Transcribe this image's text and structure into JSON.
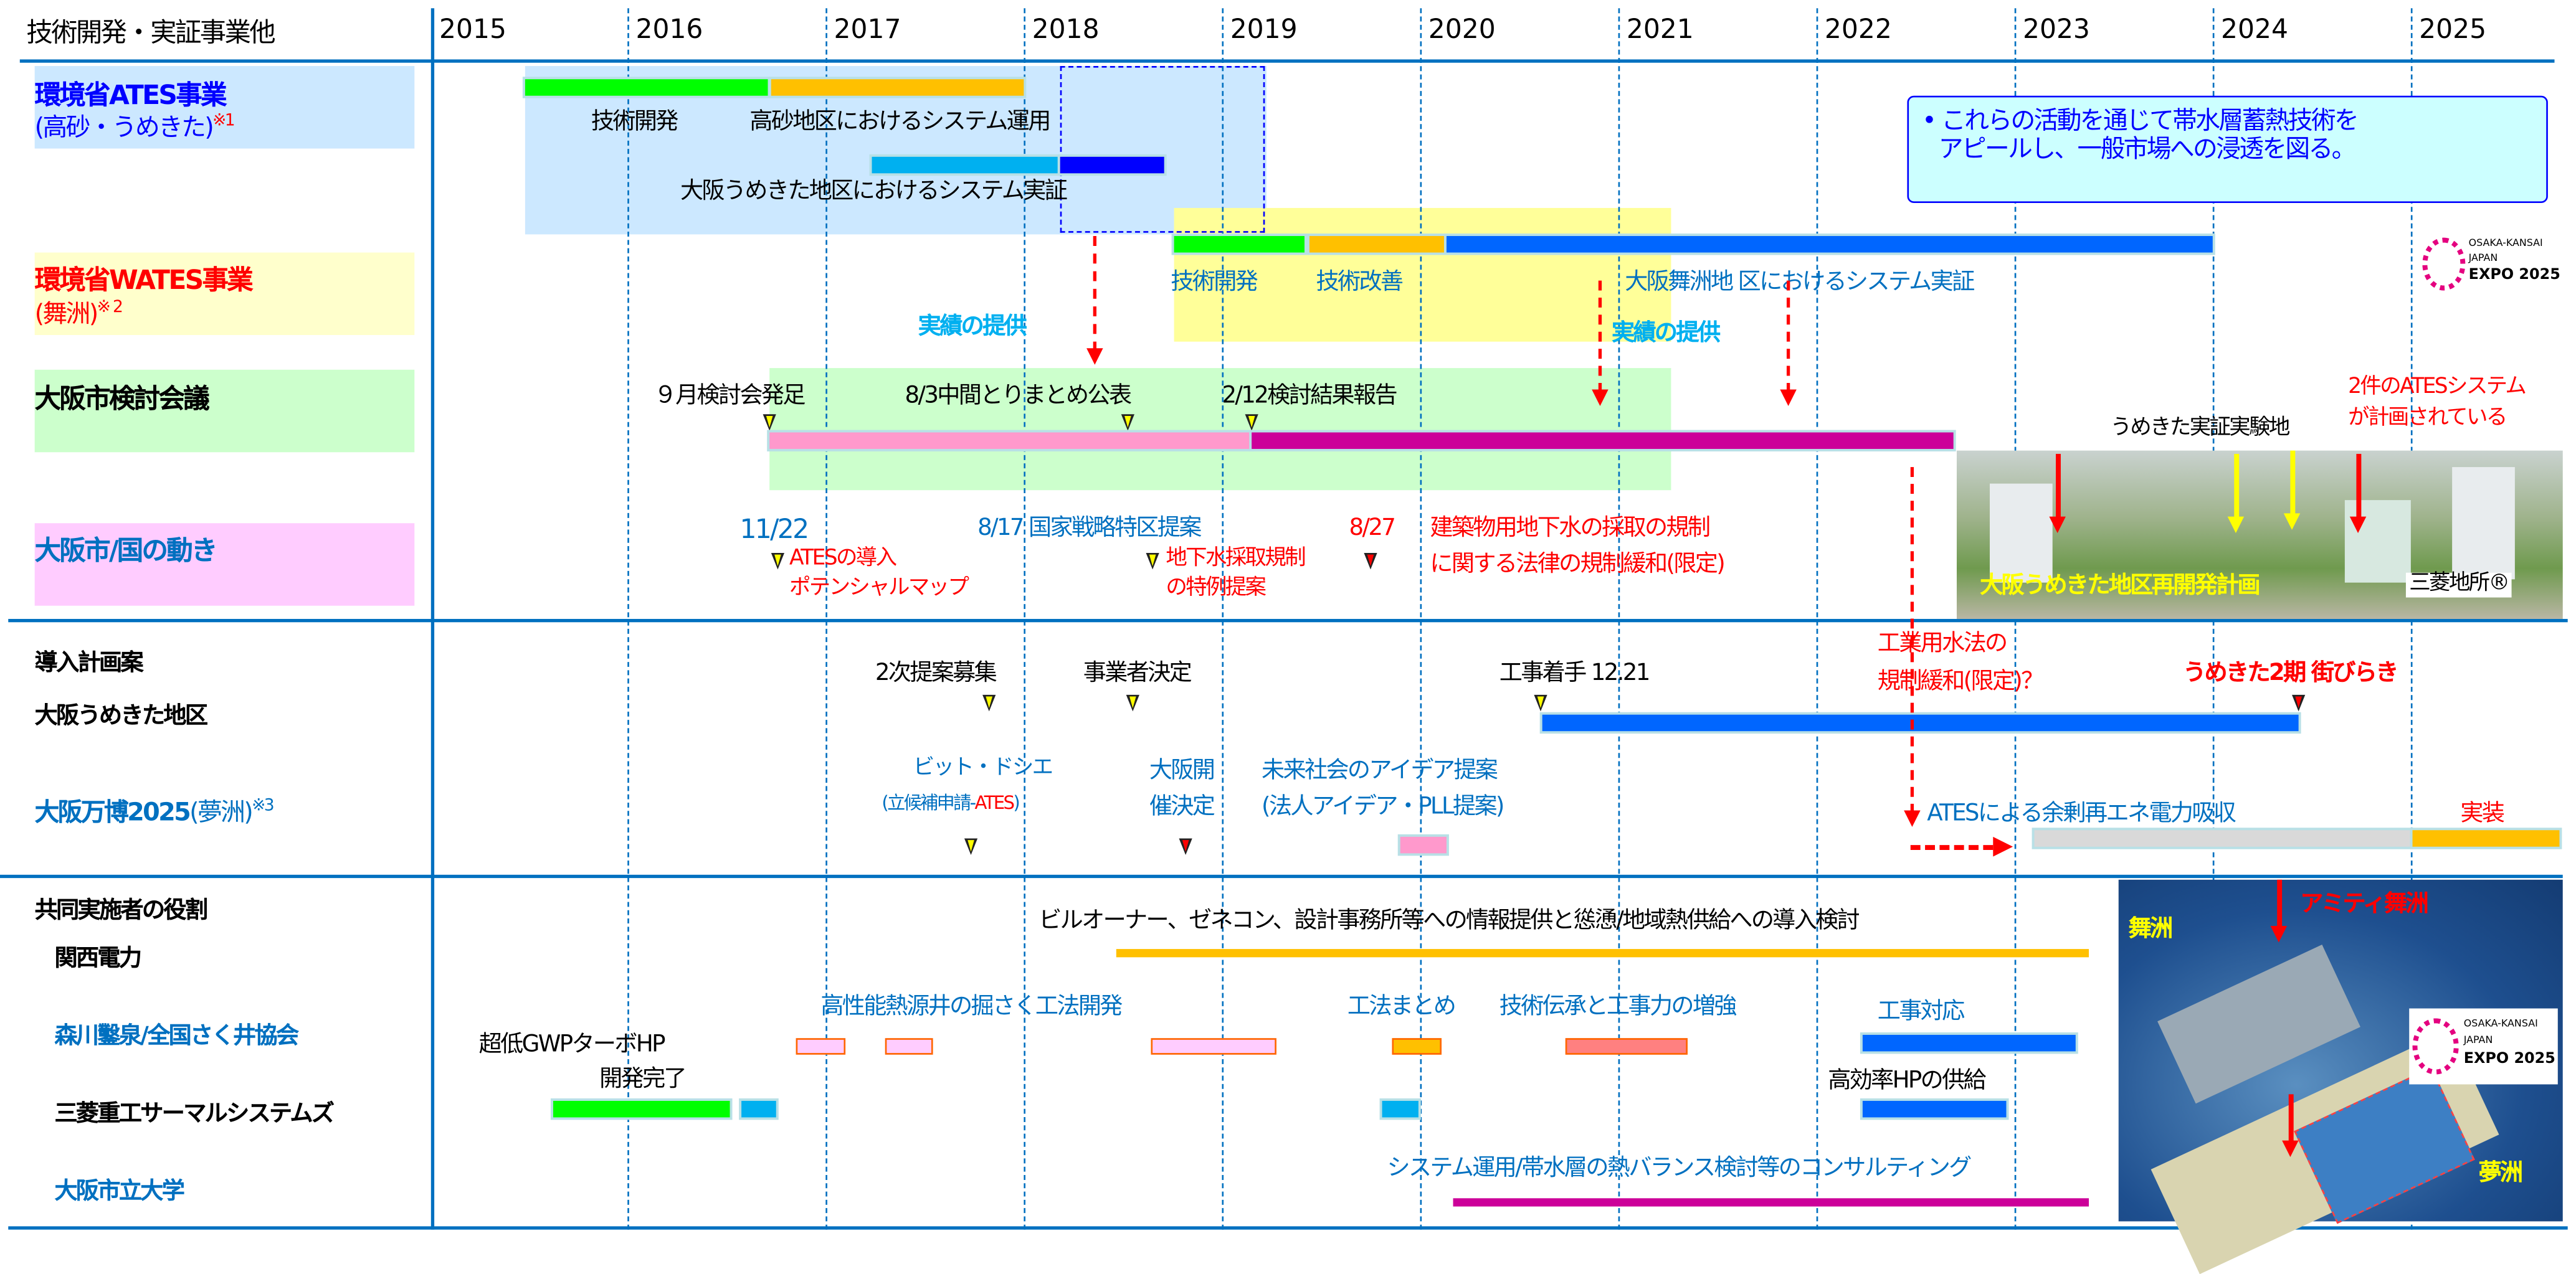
{
  "header": {
    "title": "技術開発・実証事業他",
    "years": [
      "2015",
      "2016",
      "2017",
      "2018",
      "2019",
      "2020",
      "2021",
      "2022",
      "2023",
      "2024",
      "2025"
    ]
  },
  "rows": {
    "ates": {
      "label1": "環境省ATES事業",
      "label2": "(高砂・うめきた)",
      "note": "※1",
      "bar_label1": "技術開発",
      "bar_label2": "高砂地区におけるシステム運用",
      "bar_label3": "大阪うめきた地区におけるシステム実証"
    },
    "wates": {
      "label1": "環境省WATES事業",
      "label2": "(舞洲)",
      "note": "※ 2",
      "bar_label1": "技術開発",
      "bar_label2": "技術改善",
      "bar_label3": "大阪舞洲地 区におけるシステム実証"
    },
    "council": {
      "label": "大阪市検討会議",
      "m1": "９月検討会発足",
      "m2": "8/3中間とりまとめ公表",
      "m3": "2/12検討結果報告"
    },
    "national": {
      "label": "大阪市/国の動き",
      "d1": "11/22",
      "t1a": "ATESの導入",
      "t1b": "ポテンシャルマップ",
      "d2": "8/17 国家戦略特区提案",
      "t2a": "地下水採取規制",
      "t2b": "の特例提案",
      "d3": "8/27",
      "t3a": "建築物用地下水の採取の規制",
      "t3b": "に関する法律の規制緩和(限定)"
    },
    "plan": {
      "label": "導入計画案",
      "umekita_label": "大阪うめきた地区",
      "m1": "2次提案募集",
      "m2": "事業者決定",
      "m3": "工事着手 12.21",
      "law1": "工業用水法の",
      "law2": "規制緩和(限定)？",
      "open": "うめきた2期 街びらき"
    },
    "expo": {
      "label": "大阪万博2025",
      "label_sub": "(夢洲)",
      "note": "※3",
      "bid1": "ビット・ドシエ",
      "bid2a": "(立候補申請-",
      "bid2b": "ATES",
      "bid2c": ")",
      "host1": "大阪開",
      "host2": "催決定",
      "idea1": "未来社会のアイデア提案",
      "idea2": "(法人アイデア・PLL提案)",
      "absorb": "ATESによる余剰再エネ電力吸収",
      "impl": "実装"
    },
    "roles": {
      "label": "共同実施者の役割",
      "kansai": "関西電力",
      "kansai_task": "ビルオーナー、ゼネコン、設計事務所等への情報提供と慫慂/地域熱供給への導入検討",
      "morikawa": "森川鑿泉/全国さく井協会",
      "mk1": "高性能熱源井の掘さく工法開発",
      "mk2": "工法まとめ",
      "mk3": "技術伝承と工事力の増強",
      "mk4": "工事対応",
      "mhi": "三菱重工サーマルシステムズ",
      "mh1a": "超低GWPターボHP",
      "mh1b": "開発完了",
      "mh2": "高効率HPの供給",
      "ocu": "大阪市立大学",
      "ocu_task": "システム運用/帯水層の熱バランス検討等のコンサルティング"
    }
  },
  "feedback": "実績の提供",
  "scroll_note": {
    "line1": "これらの活動を通じて帯水層蓄熱技術を",
    "line2": "アピールし、一般市場への浸透を図る。"
  },
  "umekita_photo": {
    "test_site": "うめきた実証実験地",
    "two_systems1": "2件のATESシステム",
    "two_systems2": "が計画されている",
    "caption": "大阪うめきた地区再開発計画",
    "credit": "三菱地所®"
  },
  "yumeshima_photo": {
    "maishima": "舞洲",
    "amity": "アミティ舞洲",
    "yumeshima": "夢洲"
  },
  "expo_logo": {
    "line1": "OSAKA-KANSAI",
    "line2": "JAPAN",
    "line3": "EXPO 2025"
  },
  "colors": {
    "axis": "#0070c0",
    "green": "#00ff00",
    "orange": "#ffc000",
    "blue": "#0066ff",
    "cyan": "#00b0f0",
    "magenta": "#cc0099",
    "pink": "#ff99cc"
  }
}
